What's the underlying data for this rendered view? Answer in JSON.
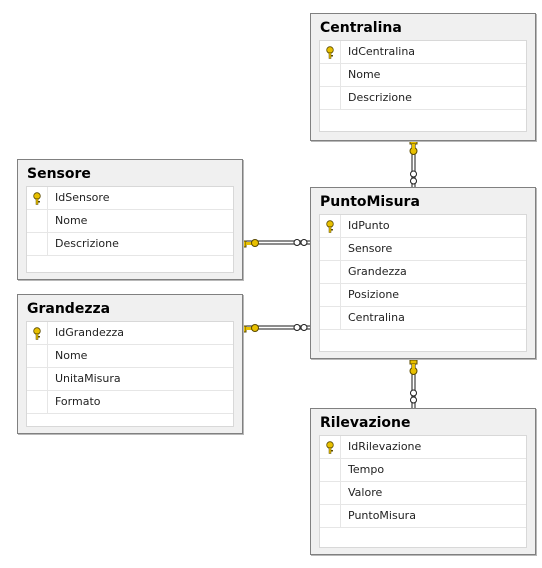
{
  "tables": [
    {
      "name": "Centralina",
      "columns": [
        {
          "name": "IdCentralina",
          "pk": true
        },
        {
          "name": "Nome",
          "pk": false
        },
        {
          "name": "Descrizione",
          "pk": false
        }
      ]
    },
    {
      "name": "Sensore",
      "columns": [
        {
          "name": "IdSensore",
          "pk": true
        },
        {
          "name": "Nome",
          "pk": false
        },
        {
          "name": "Descrizione",
          "pk": false
        }
      ]
    },
    {
      "name": "PuntoMisura",
      "columns": [
        {
          "name": "IdPunto",
          "pk": true
        },
        {
          "name": "Sensore",
          "pk": false
        },
        {
          "name": "Grandezza",
          "pk": false
        },
        {
          "name": "Posizione",
          "pk": false
        },
        {
          "name": "Centralina",
          "pk": false
        }
      ]
    },
    {
      "name": "Grandezza",
      "columns": [
        {
          "name": "IdGrandezza",
          "pk": true
        },
        {
          "name": "Nome",
          "pk": false
        },
        {
          "name": "UnitaMisura",
          "pk": false
        },
        {
          "name": "Formato",
          "pk": false
        }
      ]
    },
    {
      "name": "Rilevazione",
      "columns": [
        {
          "name": "IdRilevazione",
          "pk": true
        },
        {
          "name": "Tempo",
          "pk": false
        },
        {
          "name": "Valore",
          "pk": false
        },
        {
          "name": "PuntoMisura",
          "pk": false
        }
      ]
    }
  ],
  "relationships": [
    {
      "one": "Centralina",
      "many": "PuntoMisura"
    },
    {
      "one": "Sensore",
      "many": "PuntoMisura"
    },
    {
      "one": "Grandezza",
      "many": "PuntoMisura"
    },
    {
      "one": "PuntoMisura",
      "many": "Rilevazione"
    }
  ],
  "colors": {
    "key": "#e8c000",
    "line": "#1a1a1a",
    "panel": "#f0f0f0",
    "border": "#808080"
  }
}
